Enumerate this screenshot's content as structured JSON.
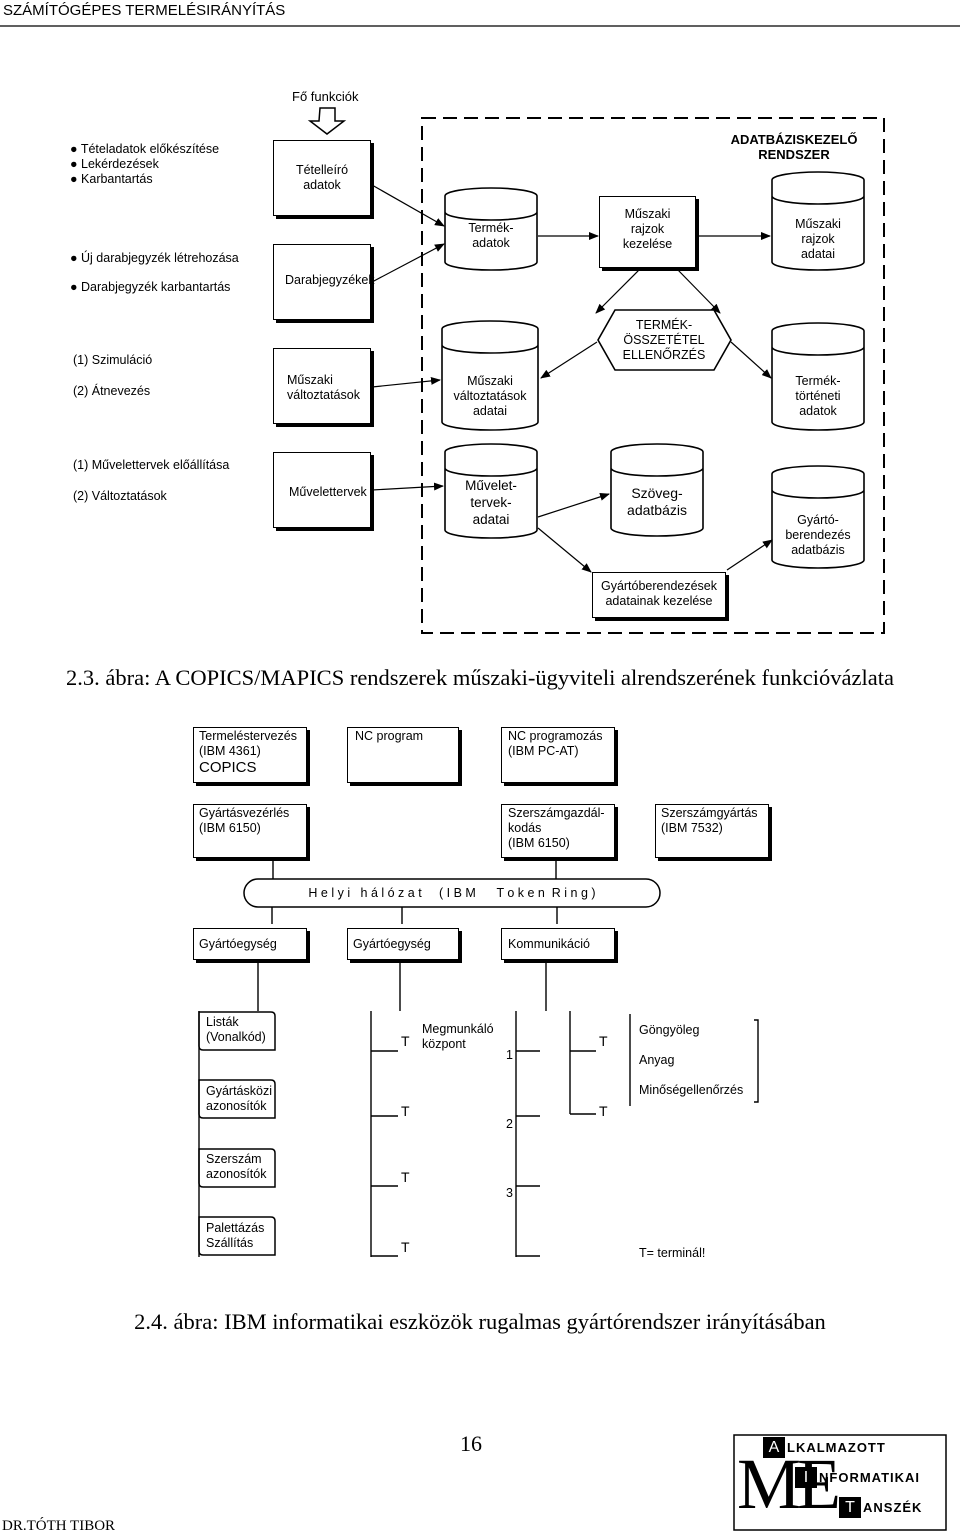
{
  "header": {
    "title": "SZÁMÍTÓGÉPES TERMELÉSIRÁNYÍTÁS"
  },
  "fig23": {
    "fo_funkciok": "Fő funkciók",
    "adb_title": "ADATBÁZISKEZELŐ\nRENDSZER",
    "row1_bullets": [
      "Tételadatok előkészítése",
      "Lekérdezések",
      "Karbantartás"
    ],
    "row2_bullets": [
      "Új darabjegyzék létrehozása",
      "Darabjegyzék karbantartás"
    ],
    "row3_items": [
      "(1) Szimuláció",
      "(2) Átnevezés"
    ],
    "row4_items": [
      "(1) Művelettervek előállítása",
      "(2) Változtatások"
    ],
    "box_tetelleiro": "Tételleíró\nadatok",
    "box_darabjegyzekek": "Darabjegyzékek",
    "box_muszaki_valt": "Műszaki\n    változtatások",
    "box_muvelettervek": "Művelettervek",
    "db_termekadatok": "Termék-\nadatok",
    "box_rajzok_kezelese": "Műszaki\nrajzok\nkezelése",
    "db_rajzok_adatai": "Műszaki\nrajzok\nadatai",
    "hex_ellenorzes": "TERMÉK-\nÖSSZETÉTEL\nELLENŐRZÉS",
    "db_valt_adatai": "Műszaki\nváltoztatások\nadatai",
    "db_tortenet": "Termék-\ntörténeti\nadatok",
    "db_muvelet_adatai": "Művelet-\ntervek-\nadatai",
    "db_szoveg": "Szöveg-\nadatbázis",
    "db_gyarto": "Gyártó-\nberendezés\nadatbázis",
    "box_gyarto_kezelese": "Gyártóberendezések\nadatainak kezelése",
    "caption": "2.3. ábra: A COPICS/MAPICS rendszerek műszaki-ügyviteli alrendszerének funkcióvázlata"
  },
  "fig24": {
    "box_termelestervezes_1": "Termeléstervezés\n     (IBM 4361)",
    "box_termelestervezes_2": "COPICS",
    "box_nc_program": "NC program",
    "box_nc_programozas": "NC programozás\n   (IBM PC-AT)",
    "box_gyartasvezerles": "Gyártásvezérlés\n    (IBM 6150)",
    "box_szerszamgazd": "Szerszámgazdál-\nkodás\n      (IBM 6150)",
    "box_szerszamgyartas": "Szerszámgyártás\n    (IBM 7532)",
    "network": "H e l y i   h á l ó z a t     ( I B M      T o k e n  R i n g )",
    "unit1": "Gyártóegység",
    "unit2": "Gyártóegység",
    "komm": "Kommunikáció",
    "doc1": "Listák\n(Vonalkód)",
    "doc2": "Gyártásközi\nazonosítók",
    "doc3": "Szerszám\nazonosítók",
    "doc4": "Palettázás\nSzállítás",
    "t": "T",
    "megmunkalo": "Megmunkáló\n   központ",
    "n1": "1",
    "n2": "2",
    "n3": "3",
    "gongyoleg": "Göngyöleg",
    "anyag": "Anyag",
    "minoseg": "Minőségellenőrzés",
    "terminal_note": "T= terminál!",
    "caption": "2.4. ábra: IBM informatikai eszközök rugalmas gyártórendszer irányításában"
  },
  "footer": {
    "page_number": "16",
    "author": "DR.TÓTH TIBOR",
    "logo_big": "ME",
    "logo_a": "A",
    "logo_i": "I",
    "logo_t": "T",
    "logo_l1": "LKALMAZOTT",
    "logo_l2": "NFORMATIKAI",
    "logo_l3": "ANSZÉK"
  }
}
